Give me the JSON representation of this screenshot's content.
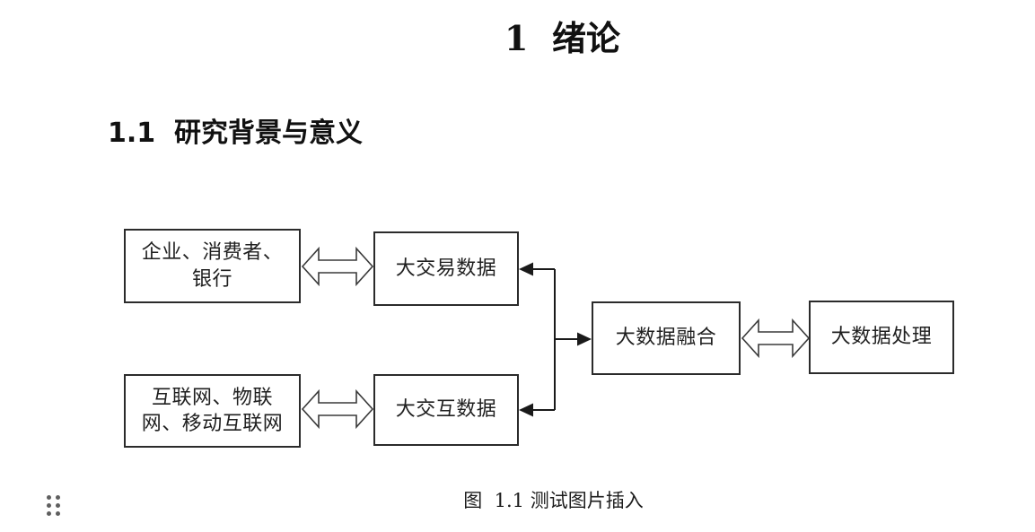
{
  "document": {
    "chapter_title": "1  绪论",
    "section_heading": "1.1  研究背景与意义",
    "figure_caption": "图  1.1 测试图片插入"
  },
  "figure": {
    "boxes": [
      {
        "name": "transaction-sources",
        "lines": [
          "企业、消费者、",
          "银行"
        ]
      },
      {
        "name": "big-transaction-data",
        "lines": [
          "大交易数据"
        ]
      },
      {
        "name": "interaction-sources",
        "lines": [
          "互联网、物联",
          "网、移动互联网"
        ]
      },
      {
        "name": "big-interaction-data",
        "lines": [
          "大交互数据"
        ]
      },
      {
        "name": "big-data-fusion",
        "lines": [
          "大数据融合"
        ]
      },
      {
        "name": "big-data-processing",
        "lines": [
          "大数据处理"
        ]
      }
    ],
    "connections": [
      {
        "from": "transaction-sources",
        "to": "big-transaction-data",
        "style": "hollow-double-arrow"
      },
      {
        "from": "interaction-sources",
        "to": "big-interaction-data",
        "style": "hollow-double-arrow"
      },
      {
        "from": "big-data-fusion",
        "to": "big-data-processing",
        "style": "hollow-double-arrow"
      },
      {
        "from": "junction-line",
        "to": "big-transaction-data",
        "style": "solid-arrow-left"
      },
      {
        "from": "junction-line",
        "to": "big-interaction-data",
        "style": "solid-arrow-left"
      },
      {
        "from": "junction-line",
        "to": "big-data-fusion",
        "style": "solid-arrow-right"
      }
    ]
  },
  "editor": {
    "drag_handle_icon": "six-dot-grid"
  },
  "colors": {
    "box_border": "#2b2b2b",
    "diagram_text": "#1f1f1f",
    "heading_text": "#111111",
    "drag_handle_dot": "#5f5f5f",
    "background": "#ffffff"
  }
}
